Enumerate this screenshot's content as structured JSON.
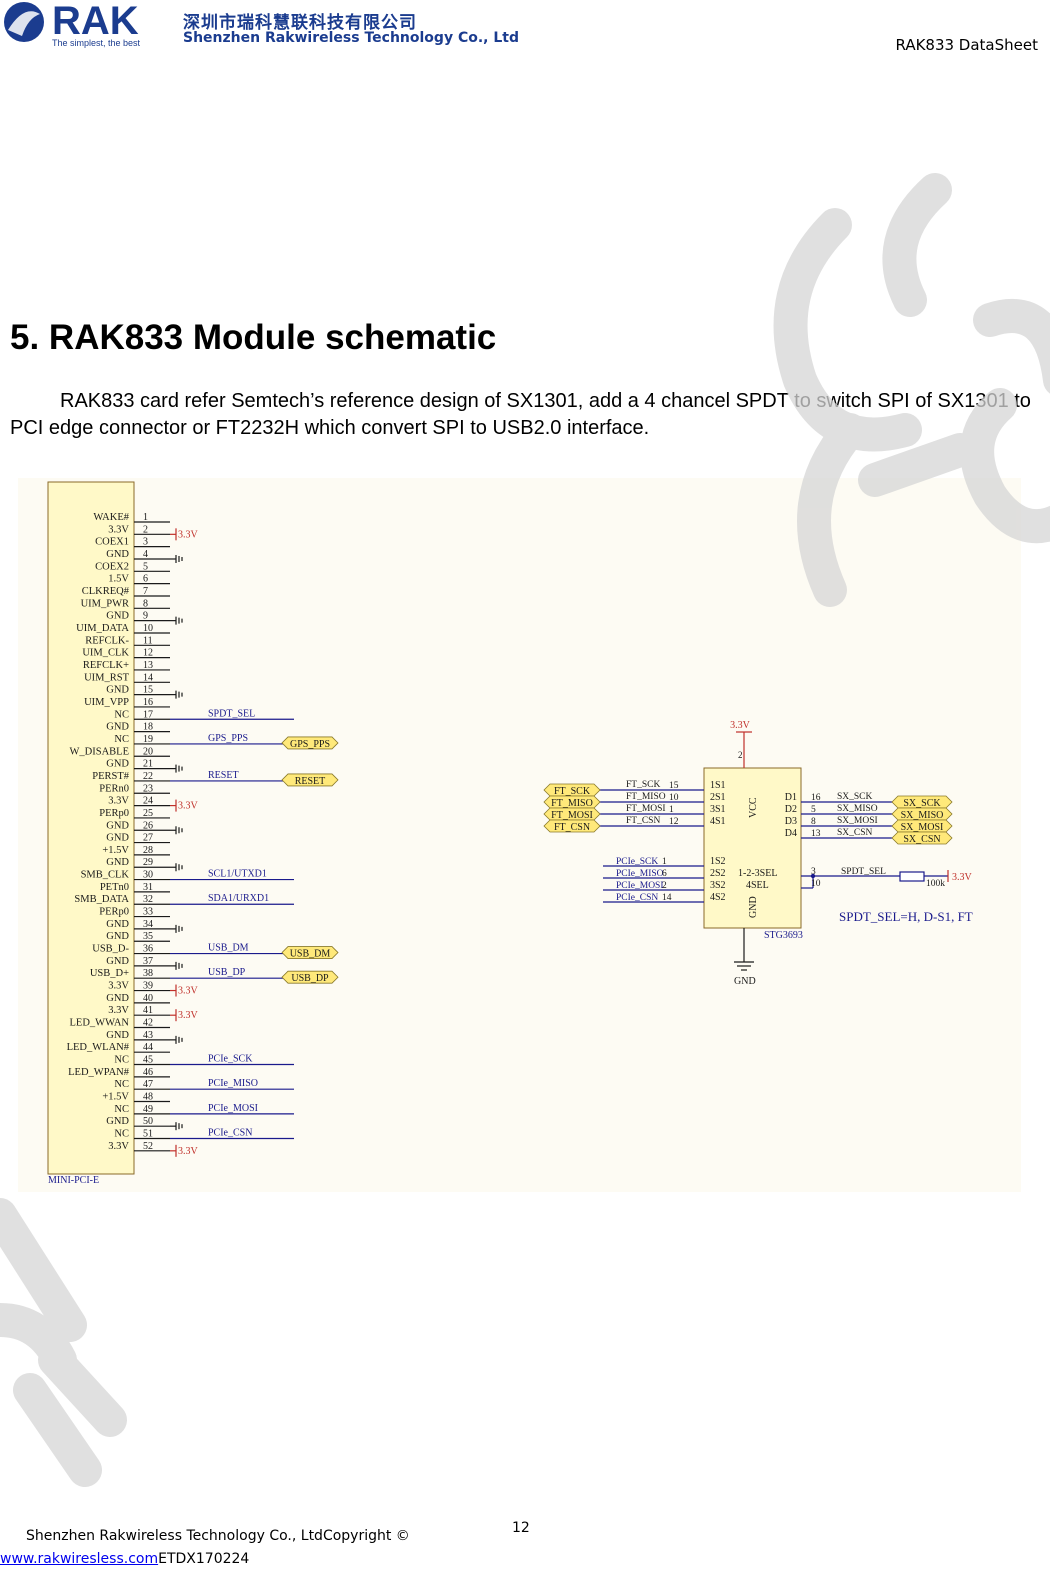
{
  "header": {
    "logo_text": "RAK",
    "logo_slogan": "The simplest, the best",
    "company_cn": "深圳市瑞科慧联科技有限公司",
    "company_en": "Shenzhen Rakwireless Technology Co., Ltd",
    "doc_title": "RAK833 DataSheet"
  },
  "watermark": {
    "text": "RAK ... ECC",
    "color": "#d8d8d8"
  },
  "section": {
    "heading": "5. RAK833 Module schematic",
    "intro": "RAK833 card refer Semtech’s reference design of SX1301, add a 4 chancel SPDT to switch SPI of SX1301 to PCI edge connector or FT2232H which convert SPI to USB2.0 interface."
  },
  "schematic": {
    "connector": {
      "name": "MINI-PCI-E",
      "pins": [
        {
          "num": "1",
          "signal": "WAKE#"
        },
        {
          "num": "2",
          "signal": "3.3V"
        },
        {
          "num": "3",
          "signal": "COEX1"
        },
        {
          "num": "4",
          "signal": "GND"
        },
        {
          "num": "5",
          "signal": "COEX2"
        },
        {
          "num": "6",
          "signal": "1.5V"
        },
        {
          "num": "7",
          "signal": "CLKREQ#"
        },
        {
          "num": "8",
          "signal": "UIM_PWR"
        },
        {
          "num": "9",
          "signal": "GND"
        },
        {
          "num": "10",
          "signal": "UIM_DATA"
        },
        {
          "num": "11",
          "signal": "REFCLK-"
        },
        {
          "num": "12",
          "signal": "UIM_CLK"
        },
        {
          "num": "13",
          "signal": "REFCLK+"
        },
        {
          "num": "14",
          "signal": "UIM_RST"
        },
        {
          "num": "15",
          "signal": "GND"
        },
        {
          "num": "16",
          "signal": "UIM_VPP"
        },
        {
          "num": "17",
          "signal": "NC"
        },
        {
          "num": "18",
          "signal": "GND"
        },
        {
          "num": "19",
          "signal": "NC"
        },
        {
          "num": "20",
          "signal": "W_DISABLE"
        },
        {
          "num": "21",
          "signal": "GND"
        },
        {
          "num": "22",
          "signal": "PERST#"
        },
        {
          "num": "23",
          "signal": "PERn0"
        },
        {
          "num": "24",
          "signal": "3.3V"
        },
        {
          "num": "25",
          "signal": "PERp0"
        },
        {
          "num": "26",
          "signal": "GND"
        },
        {
          "num": "27",
          "signal": "GND"
        },
        {
          "num": "28",
          "signal": "+1.5V"
        },
        {
          "num": "29",
          "signal": "GND"
        },
        {
          "num": "30",
          "signal": "SMB_CLK"
        },
        {
          "num": "31",
          "signal": "PETn0"
        },
        {
          "num": "32",
          "signal": "SMB_DATA"
        },
        {
          "num": "33",
          "signal": "PERp0"
        },
        {
          "num": "34",
          "signal": "GND"
        },
        {
          "num": "35",
          "signal": "GND"
        },
        {
          "num": "36",
          "signal": "USB_D-"
        },
        {
          "num": "37",
          "signal": "GND"
        },
        {
          "num": "38",
          "signal": "USB_D+"
        },
        {
          "num": "39",
          "signal": "3.3V"
        },
        {
          "num": "40",
          "signal": "GND"
        },
        {
          "num": "41",
          "signal": "3.3V"
        },
        {
          "num": "42",
          "signal": "LED_WWAN"
        },
        {
          "num": "43",
          "signal": "GND"
        },
        {
          "num": "44",
          "signal": "LED_WLAN#"
        },
        {
          "num": "45",
          "signal": "NC"
        },
        {
          "num": "46",
          "signal": "LED_WPAN#"
        },
        {
          "num": "47",
          "signal": "NC"
        },
        {
          "num": "48",
          "signal": "+1.5V"
        },
        {
          "num": "49",
          "signal": "NC"
        },
        {
          "num": "50",
          "signal": "GND"
        },
        {
          "num": "51",
          "signal": "NC"
        },
        {
          "num": "52",
          "signal": "3.3V"
        }
      ],
      "power_labels": [
        {
          "pin": "2",
          "text": "3.3V"
        },
        {
          "pin": "24",
          "text": "3.3V"
        },
        {
          "pin": "39",
          "text": "3.3V"
        },
        {
          "pin": "41",
          "text": "3.3V"
        },
        {
          "pin": "52",
          "text": "3.3V"
        }
      ],
      "gnd_pins": [
        "4",
        "9",
        "15",
        "21",
        "26",
        "29",
        "34",
        "37",
        "43",
        "50"
      ],
      "nets": [
        {
          "pin": "17",
          "text": "SPDT_SEL",
          "port": ""
        },
        {
          "pin": "19",
          "text": "GPS_PPS",
          "port": "GPS_PPS"
        },
        {
          "pin": "22",
          "text": "RESET",
          "port": "RESET"
        },
        {
          "pin": "30",
          "text": "SCL1/UTXD1",
          "port": ""
        },
        {
          "pin": "32",
          "text": "SDA1/URXD1",
          "port": ""
        },
        {
          "pin": "36",
          "text": "USB_DM",
          "port": "USB_DM"
        },
        {
          "pin": "38",
          "text": "USB_DP",
          "port": "USB_DP"
        },
        {
          "pin": "45",
          "text": "PCIe_SCK",
          "port": ""
        },
        {
          "pin": "47",
          "text": "PCIe_MISO",
          "port": ""
        },
        {
          "pin": "49",
          "text": "PCIe_MOSI",
          "port": ""
        },
        {
          "pin": "51",
          "text": "PCIe_CSN",
          "port": ""
        }
      ]
    },
    "switch_ic": {
      "name": "STG3693",
      "vcc_label": "VCC",
      "gnd_label": "GND",
      "power": "3.3V",
      "vcc_pin": "2",
      "ground": "GND",
      "inner_left": [
        "1S1",
        "2S1",
        "3S1",
        "4S1",
        "1S2",
        "2S2",
        "3S2",
        "4S2"
      ],
      "sel_label": "1-2-3SEL",
      "sel2_label": "4SEL",
      "inner_right": [
        "D1",
        "D2",
        "D3",
        "D4"
      ],
      "left_ft": [
        {
          "port": "FT_SCK",
          "net": "FT_SCK",
          "pin": "15"
        },
        {
          "port": "FT_MISO",
          "net": "FT_MISO",
          "pin": "10"
        },
        {
          "port": "FT_MOSI",
          "net": "FT_MOSI",
          "pin": "1"
        },
        {
          "port": "FT_CSN",
          "net": "FT_CSN",
          "pin": "12"
        }
      ],
      "left_pcie": [
        {
          "net": "PCIe_SCK",
          "pin": "1"
        },
        {
          "net": "PCIe_MISO",
          "pin": "6"
        },
        {
          "net": "PCIe_MOSI",
          "pin": "2"
        },
        {
          "net": "PCIe_CSN",
          "pin": "14"
        }
      ],
      "right": [
        {
          "pin": "16",
          "net": "SX_SCK",
          "port": "SX_SCK"
        },
        {
          "pin": "5",
          "net": "SX_MISO",
          "port": "SX_MISO"
        },
        {
          "pin": "8",
          "net": "SX_MOSI",
          "port": "SX_MOSI"
        },
        {
          "pin": "13",
          "net": "SX_CSN",
          "port": "SX_CSN"
        }
      ],
      "sel_pins": [
        "3",
        "10"
      ],
      "sel_net": "SPDT_SEL",
      "resistor": "100k",
      "resistor_power": "3.3V",
      "note": "SPDT_SEL=H, D-S1,  FT"
    }
  },
  "footer": {
    "company": "Shenzhen Rakwireless Technology Co., LtdCopyright ©",
    "page": "12",
    "url": "www.rakwiresless.com",
    "doc_code": "ETDX170224"
  }
}
